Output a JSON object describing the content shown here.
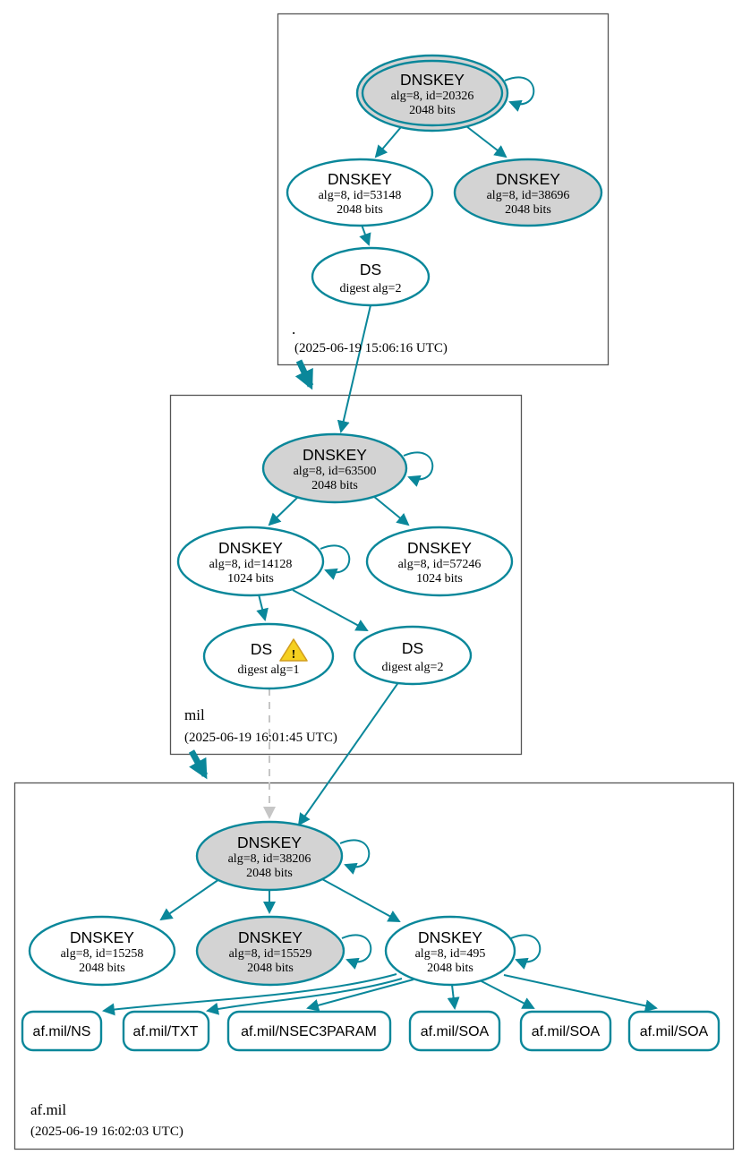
{
  "colors": {
    "teal": "#0a879a",
    "nodefill": "#d3d3d3",
    "edgegray": "#c6c6c6",
    "boxstroke": "#555555",
    "warnfill": "#f5d020",
    "warnstroke": "#d29e1e"
  },
  "zones": [
    {
      "label": ".",
      "timestamp": "(2025-06-19 15:06:16 UTC)",
      "nodes": {
        "ksk": {
          "title": "DNSKEY",
          "detail": "alg=8, id=20326",
          "bits": "2048 bits"
        },
        "zsk": {
          "title": "DNSKEY",
          "detail": "alg=8, id=53148",
          "bits": "2048 bits"
        },
        "key2": {
          "title": "DNSKEY",
          "detail": "alg=8, id=38696",
          "bits": "2048 bits"
        },
        "ds": {
          "title": "DS",
          "detail": "digest alg=2"
        }
      }
    },
    {
      "label": "mil",
      "timestamp": "(2025-06-19 16:01:45 UTC)",
      "nodes": {
        "ksk": {
          "title": "DNSKEY",
          "detail": "alg=8, id=63500",
          "bits": "2048 bits"
        },
        "zsk": {
          "title": "DNSKEY",
          "detail": "alg=8, id=14128",
          "bits": "1024 bits"
        },
        "key2": {
          "title": "DNSKEY",
          "detail": "alg=8, id=57246",
          "bits": "1024 bits"
        },
        "ds1": {
          "title": "DS",
          "detail": "digest alg=1",
          "warning": "!"
        },
        "ds2": {
          "title": "DS",
          "detail": "digest alg=2"
        }
      }
    },
    {
      "label": "af.mil",
      "timestamp": "(2025-06-19 16:02:03 UTC)",
      "nodes": {
        "ksk": {
          "title": "DNSKEY",
          "detail": "alg=8, id=38206",
          "bits": "2048 bits"
        },
        "key1": {
          "title": "DNSKEY",
          "detail": "alg=8, id=15258",
          "bits": "2048 bits"
        },
        "key2": {
          "title": "DNSKEY",
          "detail": "alg=8, id=15529",
          "bits": "2048 bits"
        },
        "zsk": {
          "title": "DNSKEY",
          "detail": "alg=8, id=495",
          "bits": "2048 bits"
        },
        "records": [
          {
            "label": "af.mil/NS"
          },
          {
            "label": "af.mil/TXT"
          },
          {
            "label": "af.mil/NSEC3PARAM"
          },
          {
            "label": "af.mil/SOA"
          },
          {
            "label": "af.mil/SOA"
          },
          {
            "label": "af.mil/SOA"
          }
        ]
      }
    }
  ]
}
